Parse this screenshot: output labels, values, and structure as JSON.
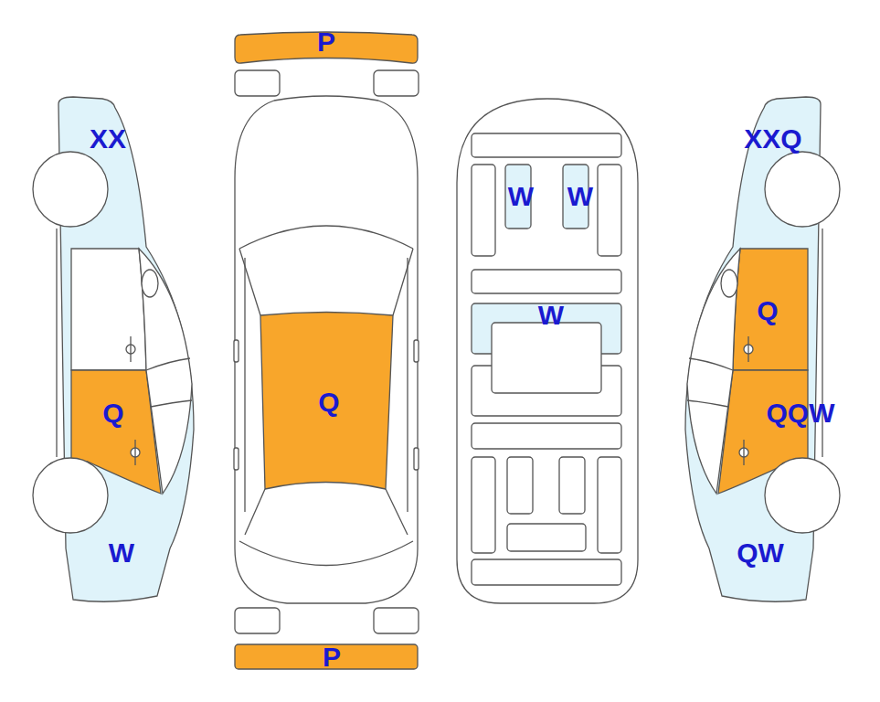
{
  "diagram": {
    "labels": [
      "P",
      "XX",
      "XXQ",
      "W",
      "W",
      "Q",
      "W",
      "Q",
      "Q",
      "QQW",
      "W",
      "QW",
      "P"
    ]
  }
}
